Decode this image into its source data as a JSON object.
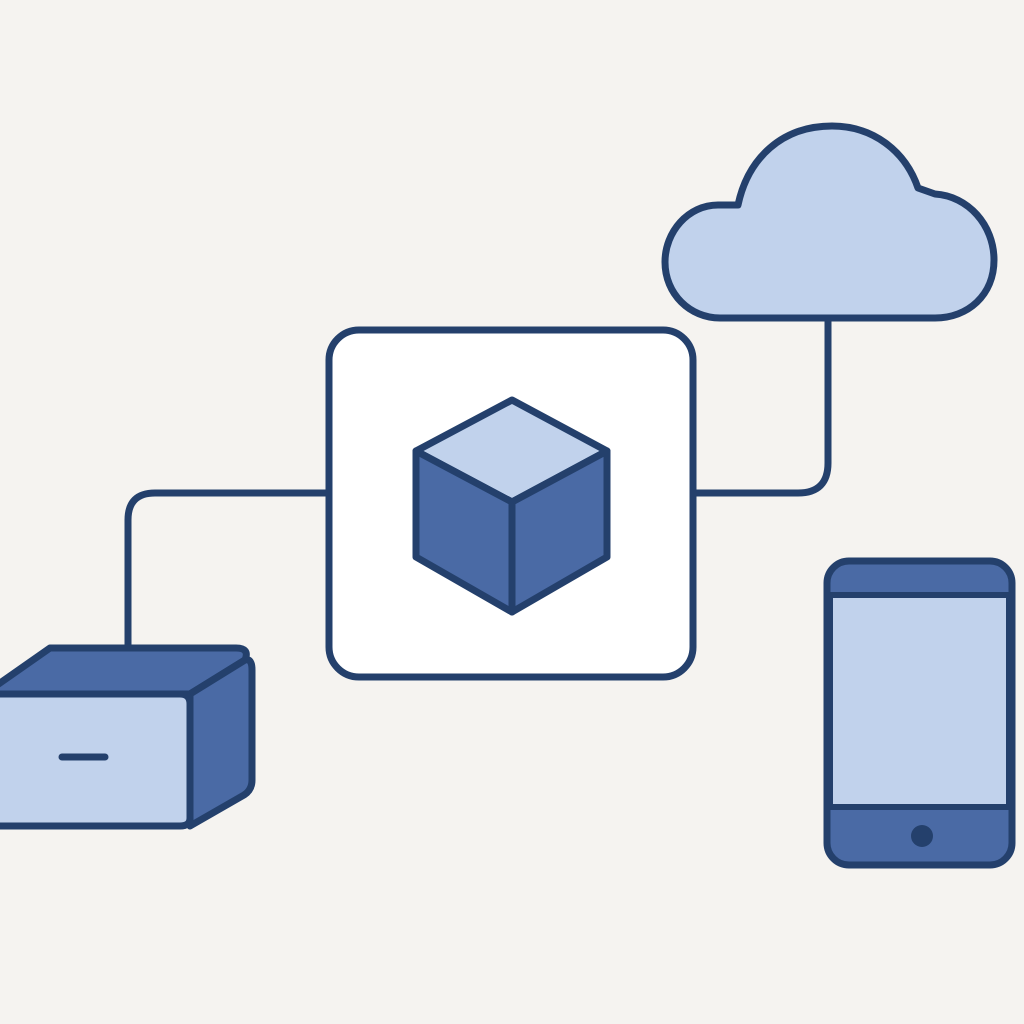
{
  "diagram": {
    "nodes": [
      {
        "name": "central-service-box",
        "icon": "cube-icon",
        "label": ""
      },
      {
        "name": "cloud",
        "icon": "cloud-icon",
        "label": ""
      },
      {
        "name": "storage-device",
        "icon": "server-box-icon",
        "label": ""
      },
      {
        "name": "mobile-device",
        "icon": "smartphone-icon",
        "label": ""
      }
    ],
    "edges": [
      {
        "from": "storage-device",
        "to": "central-service-box"
      },
      {
        "from": "central-service-box",
        "to": "cloud"
      }
    ]
  },
  "colors": {
    "background": "#f5f3f0",
    "outline": "#24406c",
    "dark_fill": "#4a6aa5",
    "light_fill": "#c1d2ec",
    "card_fill": "#ffffff"
  }
}
